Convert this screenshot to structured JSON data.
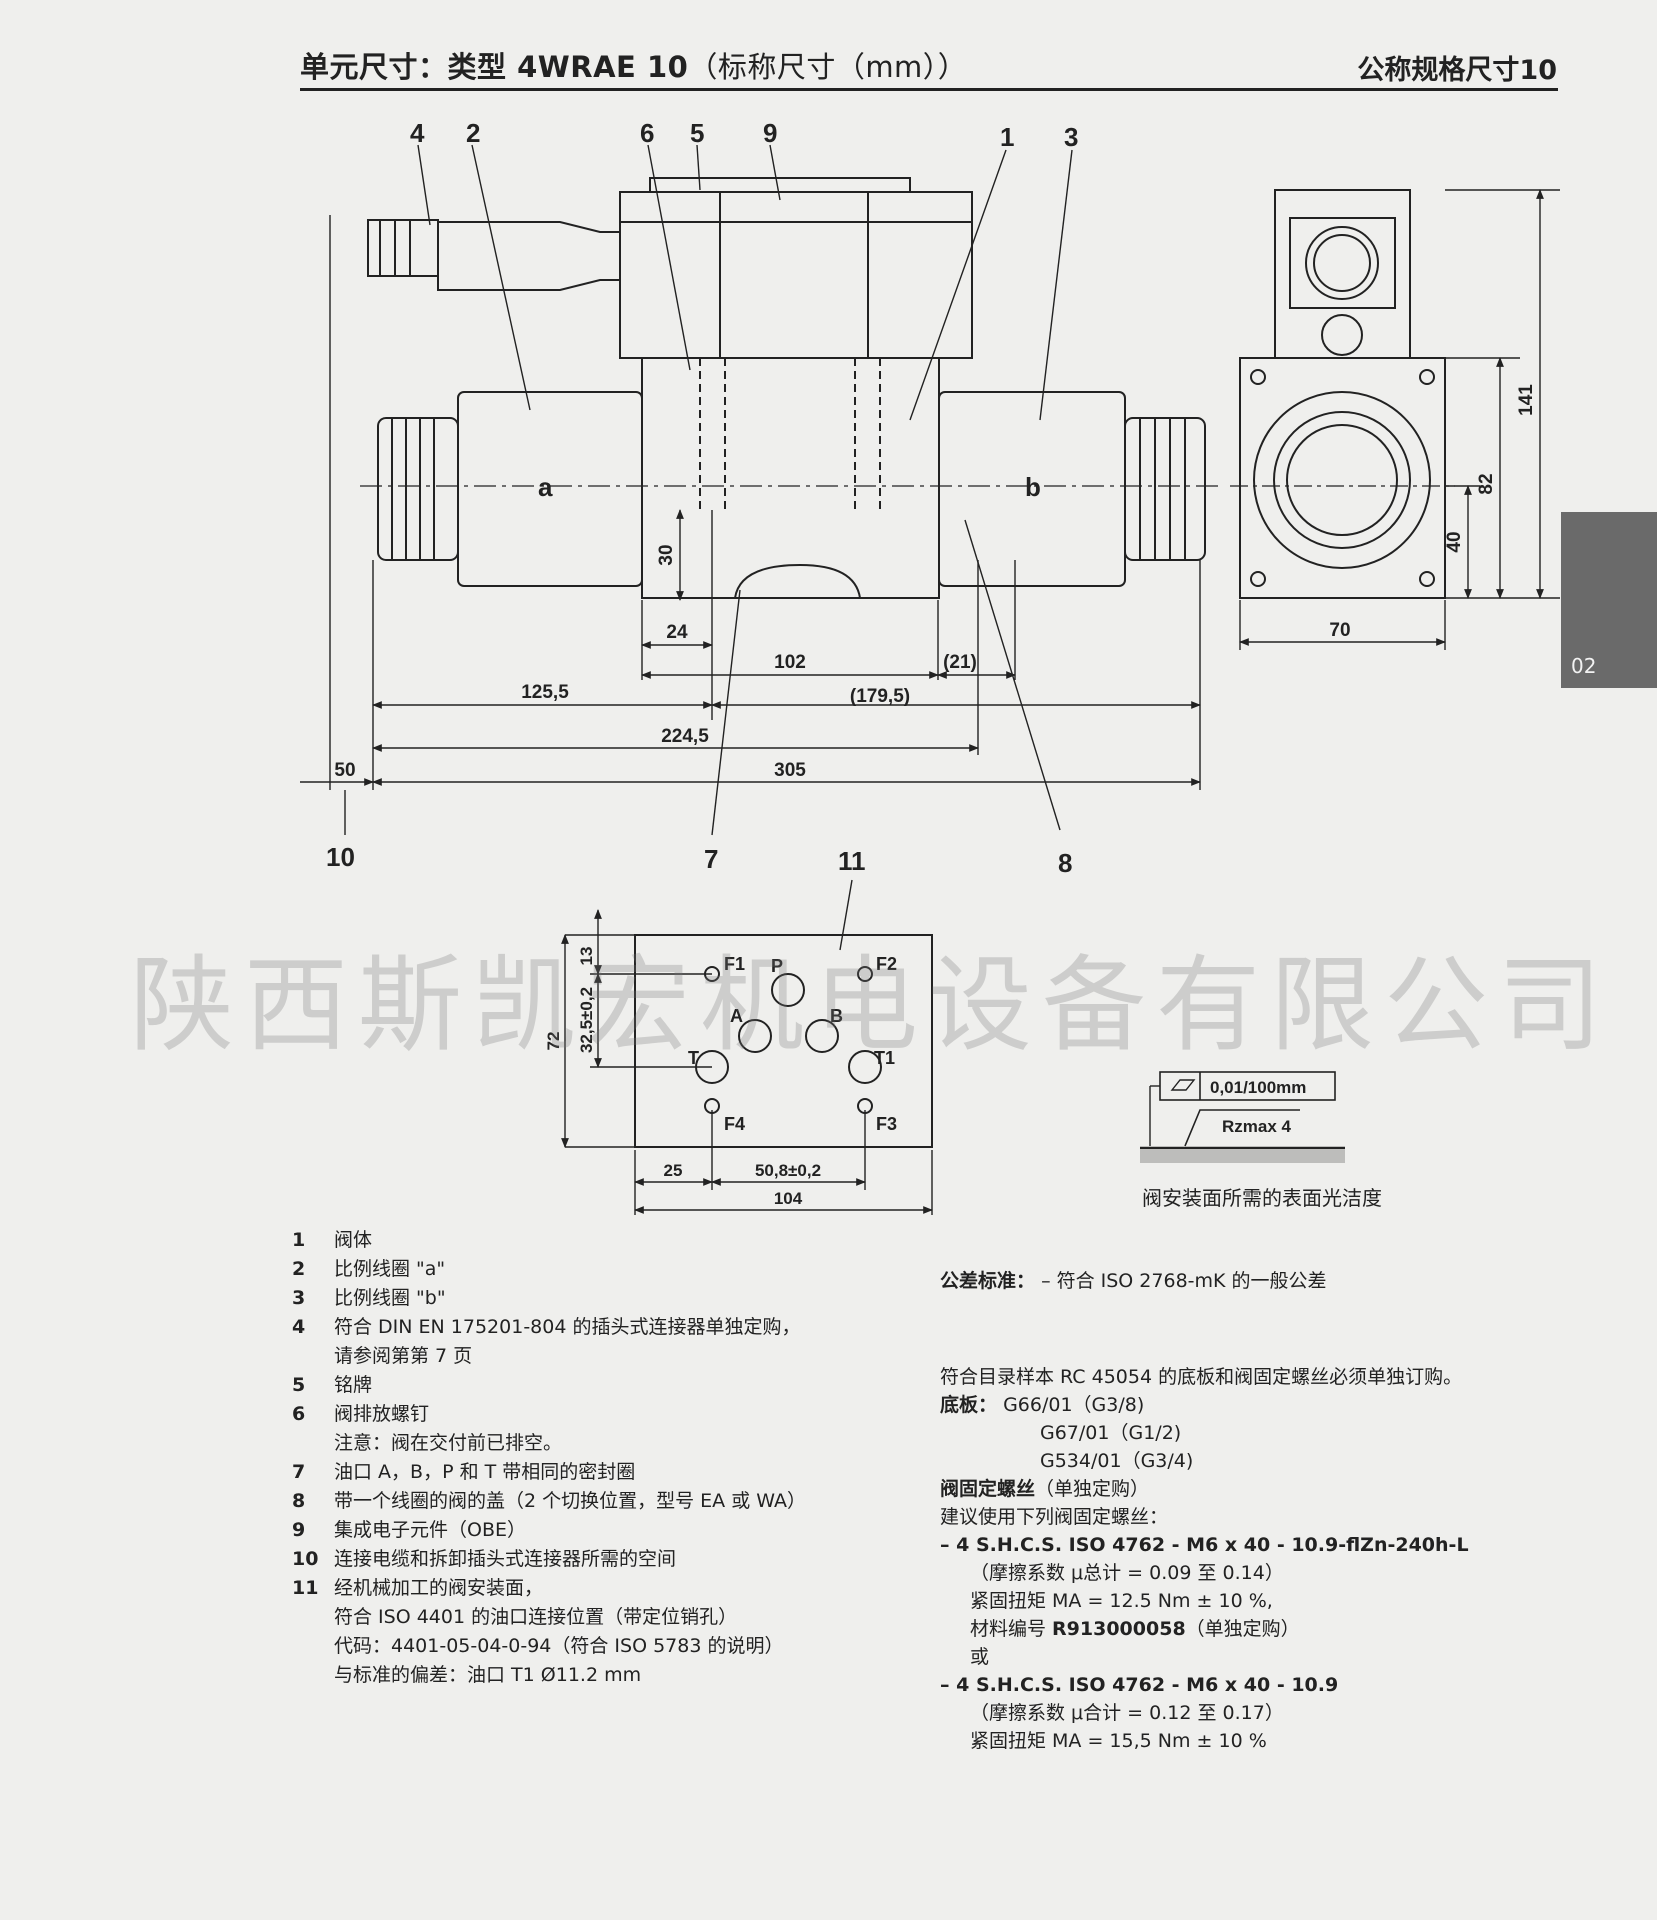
{
  "header": {
    "title_bold": "单元尺寸：类型 4WRAE 10",
    "title_normal": "（标称尺寸（mm））",
    "right": "公称规格尺寸10"
  },
  "side_tab": "02",
  "drawing": {
    "callouts": [
      "1",
      "2",
      "3",
      "4",
      "5",
      "6",
      "7",
      "8",
      "9",
      "10",
      "11"
    ],
    "side_labels": [
      "a",
      "b"
    ],
    "dims_main": [
      "30",
      "24",
      "102",
      "(21)",
      "125,5",
      "(179,5)",
      "224,5",
      "50",
      "305"
    ],
    "dims_side": [
      "141",
      "82",
      "40",
      "70"
    ],
    "ports": [
      "F1",
      "P",
      "F2",
      "A",
      "B",
      "T",
      "T1",
      "F4",
      "F3"
    ],
    "dims_mount": [
      "13",
      "32,5±0,2",
      "72",
      "25",
      "50,8±0,2",
      "104"
    ],
    "surface_tolerance": "0,01/100mm",
    "roughness": "Rzmax 4",
    "surface_caption": "阀安装面所需的表面光洁度"
  },
  "watermark": "陕西斯凯宏机电设备有限公司",
  "legend": [
    {
      "num": "1",
      "lines": [
        "阀体"
      ]
    },
    {
      "num": "2",
      "lines": [
        "比例线圈 \"a\""
      ]
    },
    {
      "num": "3",
      "lines": [
        "比例线圈 \"b\""
      ]
    },
    {
      "num": "4",
      "lines": [
        "符合 DIN EN 175201-804 的插头式连接器单独定购，",
        "请参阅第第 7 页"
      ]
    },
    {
      "num": "5",
      "lines": [
        "铭牌"
      ]
    },
    {
      "num": "6",
      "lines": [
        "阀排放螺钉",
        "注意：阀在交付前已排空。"
      ]
    },
    {
      "num": "7",
      "lines": [
        "油口 A，B，P 和 T 带相同的密封圈"
      ]
    },
    {
      "num": "8",
      "lines": [
        "带一个线圈的阀的盖（2 个切换位置，型号 EA 或 WA）"
      ]
    },
    {
      "num": "9",
      "lines": [
        "集成电子元件（OBE）"
      ]
    },
    {
      "num": "10",
      "lines": [
        "连接电缆和拆卸插头式连接器所需的空间"
      ]
    },
    {
      "num": "11",
      "lines": [
        "经机械加工的阀安装面，",
        "符合 ISO 4401 的油口连接位置（带定位销孔）",
        "代码：4401-05-04-0-94（符合 ISO 5783 的说明）",
        "与标准的偏差：油口 T1 Ø11.2 mm"
      ]
    }
  ],
  "notes": {
    "tolerance_label": "公差标准：",
    "tolerance_text": "– 符合 ISO 2768-mK 的一般公差",
    "order_note": "符合目录样本 RC 45054 的底板和阀固定螺丝必须单独订购。",
    "subplate_label": "底板：",
    "subplates": [
      "G66/01（G3/8)",
      "G67/01（G1/2)",
      "G534/01（G3/4)"
    ],
    "screws_label": "阀固定螺丝",
    "screws_label_suffix": "（单独定购）",
    "screws_recommend": "建议使用下列阀固定螺丝：",
    "screw1": "– 4 S.H.C.S. ISO 4762 - M6 x 40 - 10.9-flZn-240h-L",
    "screw1_friction": "（摩擦系数 μ总计 = 0.09 至 0.14）",
    "screw1_torque": "紧固扭矩 MA = 12.5 Nm ± 10 %,",
    "screw1_material_label": "材料编号 ",
    "screw1_material": "R913000058",
    "screw1_material_suffix": "（单独定购）",
    "or": "或",
    "screw2": "– 4 S.H.C.S. ISO 4762 - M6 x 40 - 10.9",
    "screw2_friction": "（摩擦系数 μ合计 = 0.12 至 0.17）",
    "screw2_torque": "紧固扭矩 MA = 15,5 Nm ± 10 %"
  }
}
